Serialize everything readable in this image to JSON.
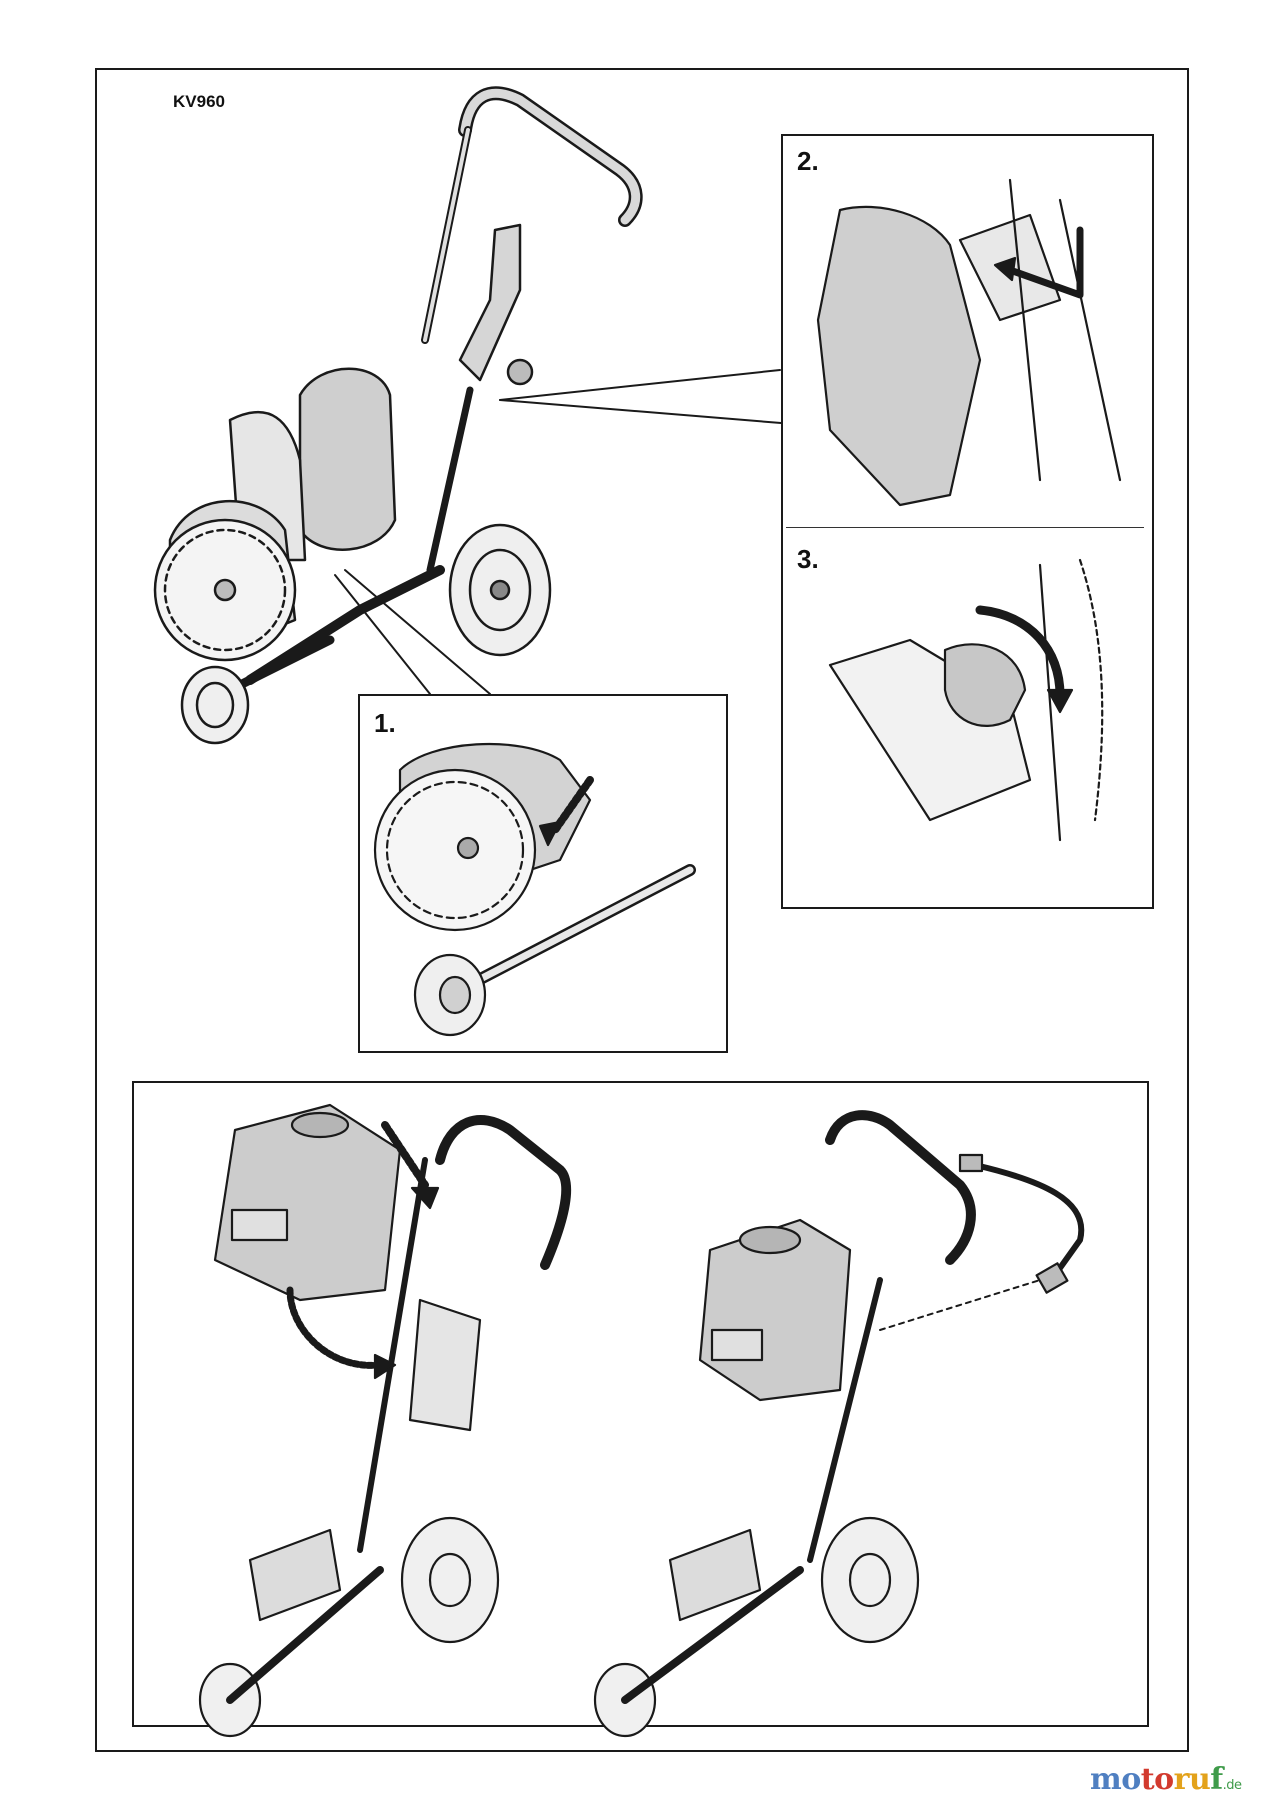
{
  "document": {
    "model_label": "KV960",
    "steps": {
      "one": "1.",
      "two": "2.",
      "three": "3."
    }
  },
  "brand": {
    "part_1": "mo",
    "part_2": "to",
    "part_3": "ru",
    "part_4": "f",
    "tld": ".de"
  },
  "colors": {
    "line": "#1a1a1a",
    "shade": "#cfcfcf",
    "shade_dark": "#9a9a9a",
    "brand_blue": "#4f7fc1",
    "brand_red": "#d23a2e",
    "brand_yellow": "#e3a21b",
    "brand_green": "#3f9b4a"
  },
  "icons": [
    "arrow-icon",
    "water-tank-icon",
    "hose-icon"
  ]
}
